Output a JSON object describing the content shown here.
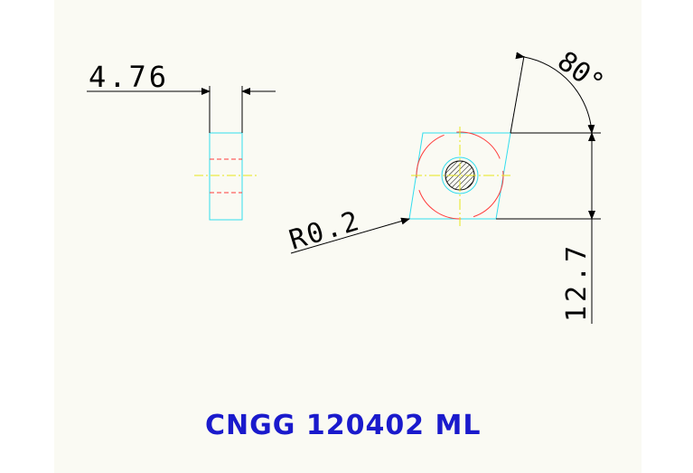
{
  "drawing": {
    "thickness_label": "4.76",
    "angle_label": "80°",
    "radius_label": "R0.2",
    "size_label": "12.7",
    "part_code": "CNGG 120402 ML"
  },
  "colors": {
    "background_page": "#ffffff",
    "background_drawing": "#fafaf3",
    "outline": "#33ddee",
    "hidden_line": "#ff3b3b",
    "center_line": "#e6e61a",
    "dimension": "#000000",
    "caption": "#1a1acc"
  }
}
